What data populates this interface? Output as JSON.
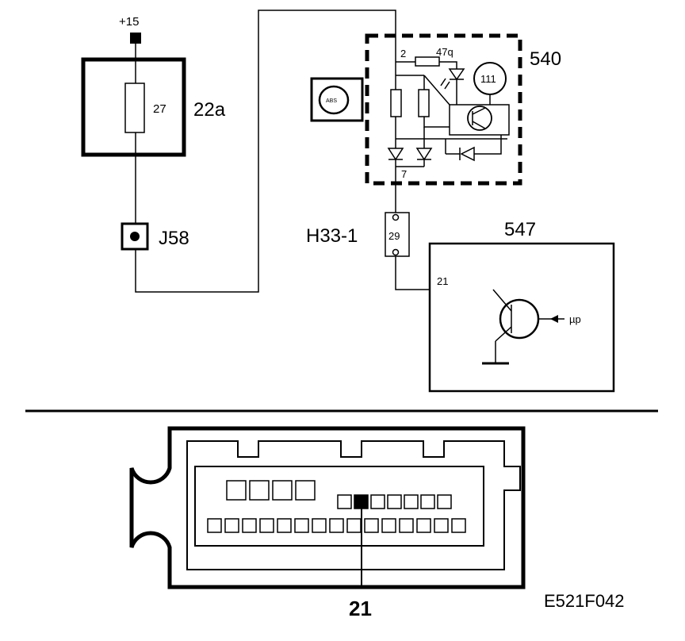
{
  "labels": {
    "supply": "+15",
    "fuse_box_id": "22a",
    "fuse_number": "27",
    "connector_j": "J58",
    "module_540": "540",
    "pin_2": "2",
    "resistor_value": "47q",
    "lamp_111": "111",
    "abs_badge": "ABS",
    "pin_7": "7",
    "connector_h": "H33-1",
    "connector_h_pin": "29",
    "module_547": "547",
    "pin_21": "21",
    "mu_p": "µp",
    "callout_pin": "21",
    "figure_code": "E521F042"
  }
}
